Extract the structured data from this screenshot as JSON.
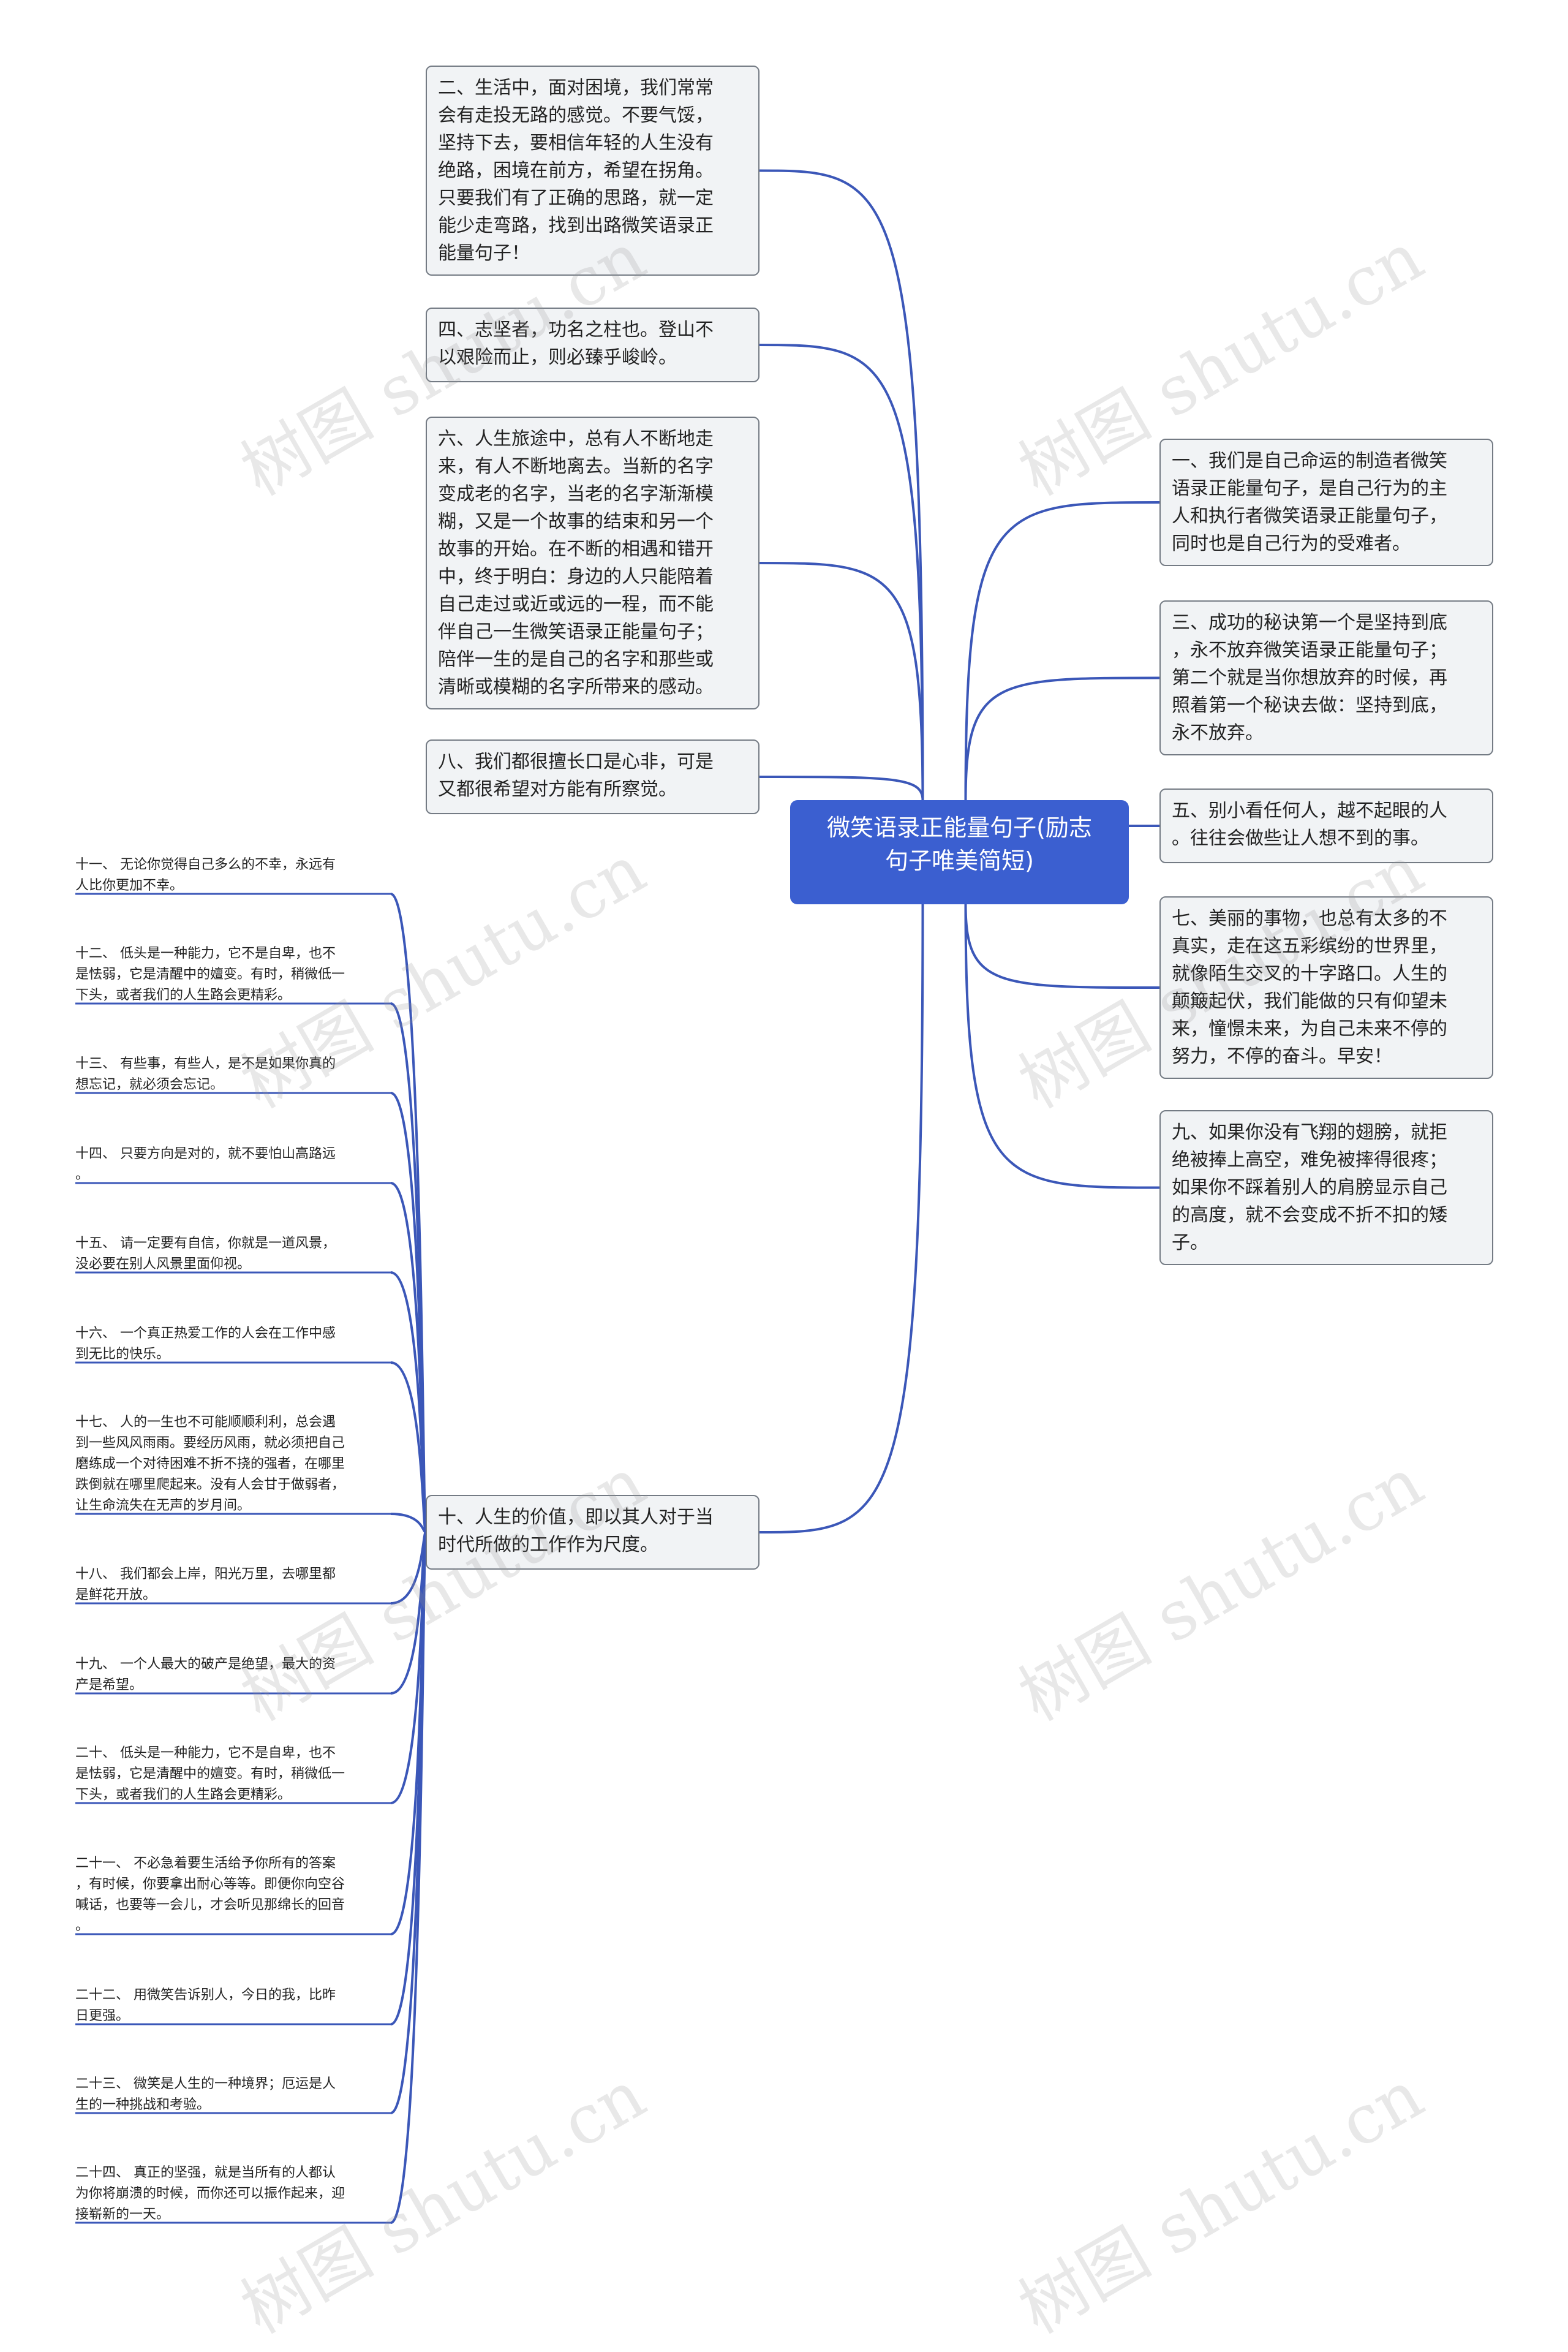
{
  "root": "微笑语录正能量句子(励志\n句子唯美简短)",
  "left_nodes": [
    "二、生活中，面对困境，我们常常\n会有走投无路的感觉。不要气馁，\n坚持下去，要相信年轻的人生没有\n绝路，困境在前方，希望在拐角。\n只要我们有了正确的思路，就一定\n能少走弯路，找到出路微笑语录正\n能量句子！",
    "四、志坚者，功名之柱也。登山不\n以艰险而止，则必臻乎峻岭。",
    "六、人生旅途中，总有人不断地走\n来，有人不断地离去。当新的名字\n变成老的名字，当老的名字渐渐模\n糊，又是一个故事的结束和另一个\n故事的开始。在不断的相遇和错开\n中，终于明白：身边的人只能陪着\n自己走过或近或远的一程，而不能\n伴自己一生微笑语录正能量句子；\n陪伴一生的是自己的名字和那些或\n清晰或模糊的名字所带来的感动。",
    "八、我们都很擅长口是心非，可是\n又都很希望对方能有所察觉。",
    "十、人生的价值，即以其人对于当\n时代所做的工作作为尺度。"
  ],
  "right_nodes": [
    "一、我们是自己命运的制造者微笑\n语录正能量句子，是自己行为的主\n人和执行者微笑语录正能量句子，\n同时也是自己行为的受难者。",
    "三、成功的秘诀第一个是坚持到底\n，永不放弃微笑语录正能量句子；\n第二个就是当你想放弃的时候，再\n照着第一个秘诀去做：坚持到底，\n永不放弃。",
    "五、别小看任何人，越不起眼的人\n。往往会做些让人想不到的事。",
    "七、美丽的事物，也总有太多的不\n真实，走在这五彩缤纷的世界里，\n就像陌生交叉的十字路口。人生的\n颠簸起伏，我们能做的只有仰望未\n来，憧憬未来，为自己未来不停的\n努力，不停的奋斗。早安！",
    "九、如果你没有飞翔的翅膀，就拒\n绝被捧上高空，难免被摔得很疼；\n如果你不踩着别人的肩膀显示自己\n的高度，就不会变成不折不扣的矮\n子。"
  ],
  "leaves": [
    "十一、 无论你觉得自己多么的不幸，永远有\n人比你更加不幸。",
    "十二、 低头是一种能力，它不是自卑，也不\n是怯弱，它是清醒中的嬗变。有时，稍微低一\n下头，或者我们的人生路会更精彩。",
    "十三、 有些事，有些人，是不是如果你真的\n想忘记，就必须会忘记。",
    "十四、 只要方向是对的，就不要怕山高路远\n。",
    "十五、 请一定要有自信，你就是一道风景，\n没必要在别人风景里面仰视。",
    "十六、 一个真正热爱工作的人会在工作中感\n到无比的快乐。",
    "十七、 人的一生也不可能顺顺利利，总会遇\n到一些风风雨雨。要经历风雨，就必须把自己\n磨练成一个对待困难不折不挠的强者，在哪里\n跌倒就在哪里爬起来。没有人会甘于做弱者，\n让生命流失在无声的岁月间。",
    "十八、 我们都会上岸，阳光万里，去哪里都\n是鲜花开放。",
    "十九、 一个人最大的破产是绝望，最大的资\n产是希望。",
    "二十、 低头是一种能力，它不是自卑，也不\n是怯弱，它是清醒中的嬗变。有时，稍微低一\n下头，或者我们的人生路会更精彩。",
    "二十一、 不必急着要生活给予你所有的答案\n，有时候，你要拿出耐心等等。即便你向空谷\n喊话，也要等一会儿，才会听见那绵长的回音\n。",
    "二十二、 用微笑告诉别人，今日的我，比昨\n日更强。",
    "二十三、 微笑是人生的一种境界；厄运是人\n生的一种挑战和考验。",
    "二十四、 真正的坚强，就是当所有的人都认\n为你将崩溃的时候，而你还可以振作起来，迎\n接崭新的一天。"
  ],
  "watermark": "树图 shutu.cn",
  "colors": {
    "edge": "#3b57b8",
    "root_bg": "#3b5fd0",
    "node_bg": "#f1f3f5",
    "node_border": "#747b84"
  }
}
